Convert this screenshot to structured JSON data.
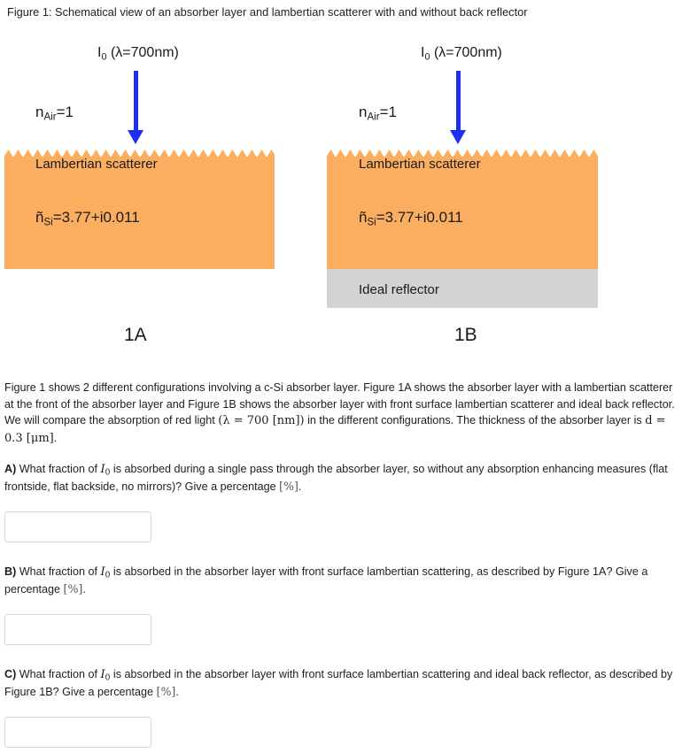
{
  "figure": {
    "caption": "Figure 1: Schematical view of an absorber layer and lambertian scatterer with and without back reflector",
    "colors": {
      "absorber": "#FBAE60",
      "reflector": "#D3D3D3",
      "arrow": "#1F2FF2"
    },
    "panels": [
      {
        "incident_main": "I",
        "incident_sub": "0",
        "incident_wavelength": " (λ=700nm)",
        "n_air_main": "n",
        "n_air_sub": "Air",
        "n_air_value": "=1",
        "scatterer_label": "Lambertian scatterer",
        "n_si_main": "ñ",
        "n_si_sub": "Si",
        "n_si_value": "=3.77+i0.011",
        "label": "1A"
      },
      {
        "incident_main": "I",
        "incident_sub": "0",
        "incident_wavelength": " (λ=700nm)",
        "n_air_main": "n",
        "n_air_sub": "Air",
        "n_air_value": "=1",
        "scatterer_label": "Lambertian scatterer",
        "n_si_main": "ñ",
        "n_si_sub": "Si",
        "n_si_value": "=3.77+i0.011",
        "reflector_label": "Ideal reflector",
        "label": "1B"
      }
    ]
  },
  "intro": {
    "text_1": "Figure 1 shows 2 different configurations involving a c-Si absorber layer. Figure 1A shows the absorber layer with a lambertian scatterer at the front of the absorber layer and Figure 1B shows the absorber layer with front surface lambertian scatterer and ideal back reflector. We will compare the absorption of red light ",
    "math_1": "(λ = 700 [nm])",
    "text_2": " in the different configurations. The thickness of the absorber layer is ",
    "math_2": "d = 0.3 [μm]",
    "text_3": "."
  },
  "questions": [
    {
      "label": "A)",
      "text_before": " What fraction of ",
      "symbol_main": "I",
      "symbol_sub": "0",
      "text_after": " is absorbed during a single pass through the absorber layer, so without any absorption enhancing measures (flat frontside, flat backside, no mirrors)? Give a percentage ",
      "unit": "[%]",
      "end": ".",
      "answer_value": "",
      "answer_placeholder": ""
    },
    {
      "label": "B)",
      "text_before": " What fraction of ",
      "symbol_main": "I",
      "symbol_sub": "0",
      "text_after": " is absorbed in the absorber layer with front surface lambertian scattering, as described by Figure 1A? Give a percentage ",
      "unit": "[%]",
      "end": ".",
      "answer_value": "",
      "answer_placeholder": ""
    },
    {
      "label": "C)",
      "text_before": " What fraction of ",
      "symbol_main": "I",
      "symbol_sub": "0",
      "text_after": " is absorbed in the absorber layer with front surface lambertian scattering and ideal back reflector, as described by Figure 1B? Give a percentage ",
      "unit": "[%]",
      "end": ".",
      "answer_value": "",
      "answer_placeholder": ""
    }
  ]
}
